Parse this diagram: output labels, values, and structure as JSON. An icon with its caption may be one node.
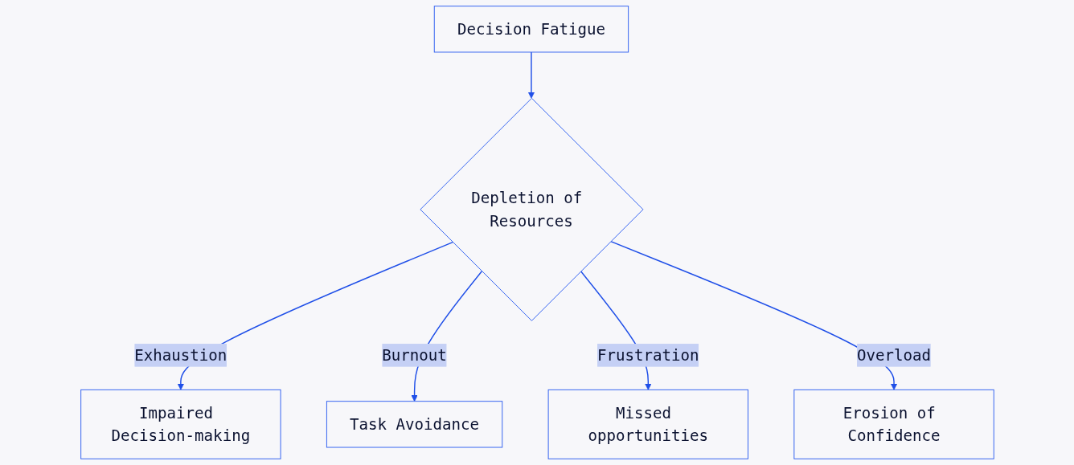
{
  "diagram": {
    "nodes": [
      {
        "text": [
          "Decision Fatigue"
        ]
      },
      {
        "text": [
          "Depletion of Resources"
        ]
      },
      {
        "text": [
          "Impaired Decision-making"
        ]
      },
      {
        "text": [
          "Task Avoidance"
        ]
      },
      {
        "text": [
          "Missed opportunities"
        ]
      },
      {
        "text": [
          "Erosion of Confidence"
        ]
      }
    ],
    "edges": [
      {
        "from": 0,
        "to": 1,
        "arrow": "to"
      },
      {
        "from": 1,
        "to": 2,
        "arrow": "to",
        "label": "Exhaustion"
      },
      {
        "from": 1,
        "to": 3,
        "arrow": "to",
        "label": "Burnout"
      },
      {
        "from": 1,
        "to": 4,
        "arrow": "to",
        "label": "Frustration"
      },
      {
        "from": 1,
        "to": 5,
        "arrow": "to",
        "label": "Overload"
      }
    ]
  }
}
